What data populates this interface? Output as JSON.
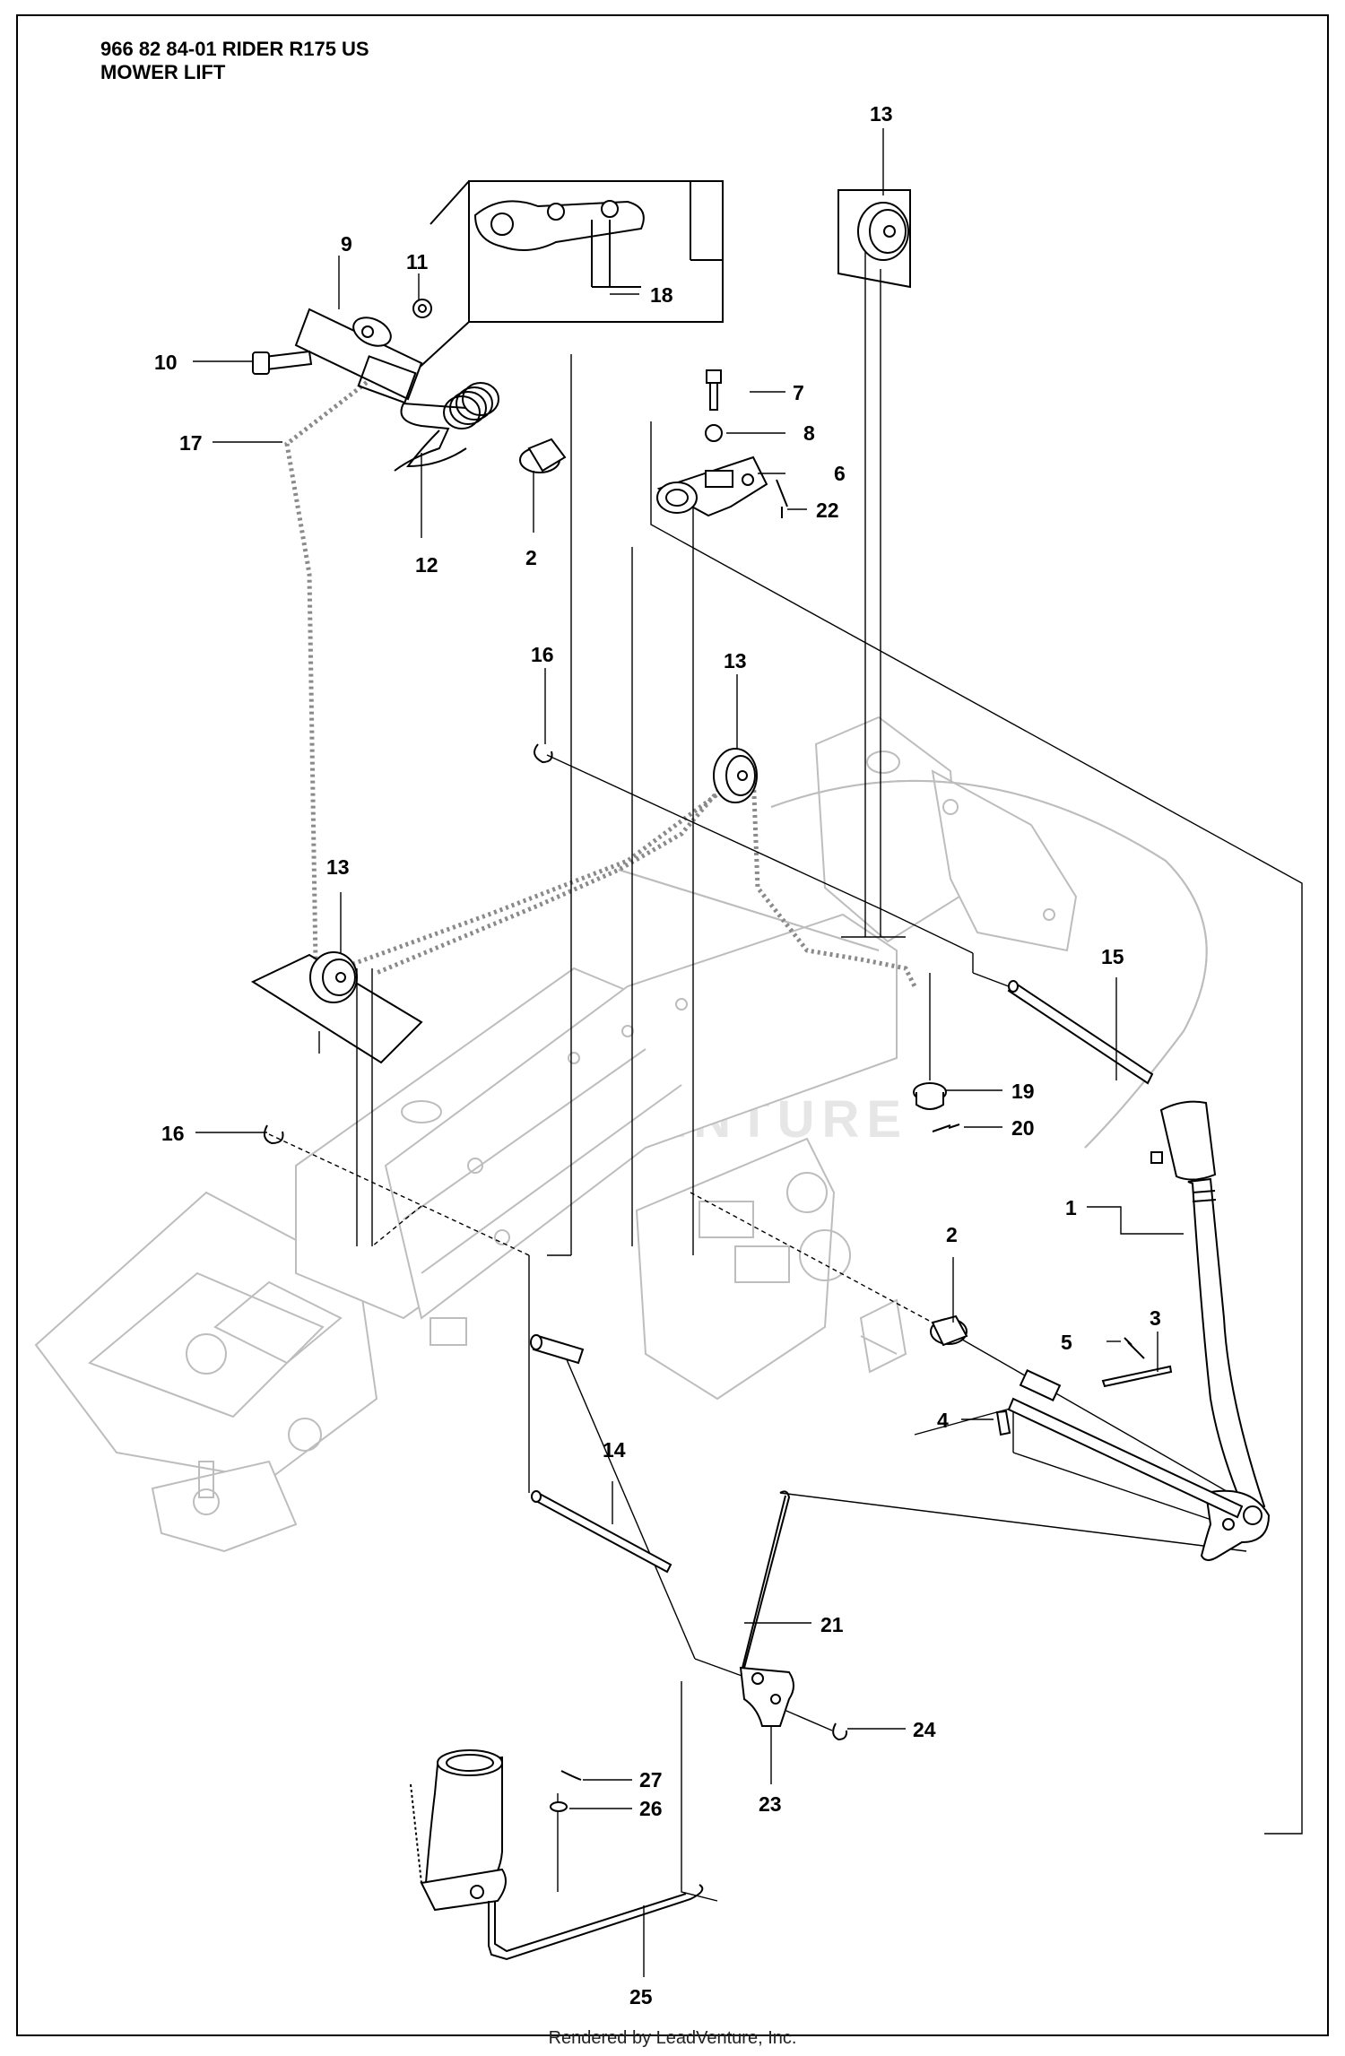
{
  "header": {
    "line1": "966 82 84-01 RIDER R175 US",
    "line2": "MOWER LIFT"
  },
  "watermark": "LEADVENTURE",
  "footer": "Rendered by LeadVenture, Inc.",
  "callouts": [
    "1",
    "2",
    "2",
    "3",
    "4",
    "5",
    "6",
    "7",
    "8",
    "9",
    "10",
    "11",
    "12",
    "13",
    "13",
    "13",
    "14",
    "15",
    "16",
    "16",
    "17",
    "18",
    "19",
    "20",
    "21",
    "22",
    "23",
    "24",
    "25",
    "26",
    "27"
  ]
}
